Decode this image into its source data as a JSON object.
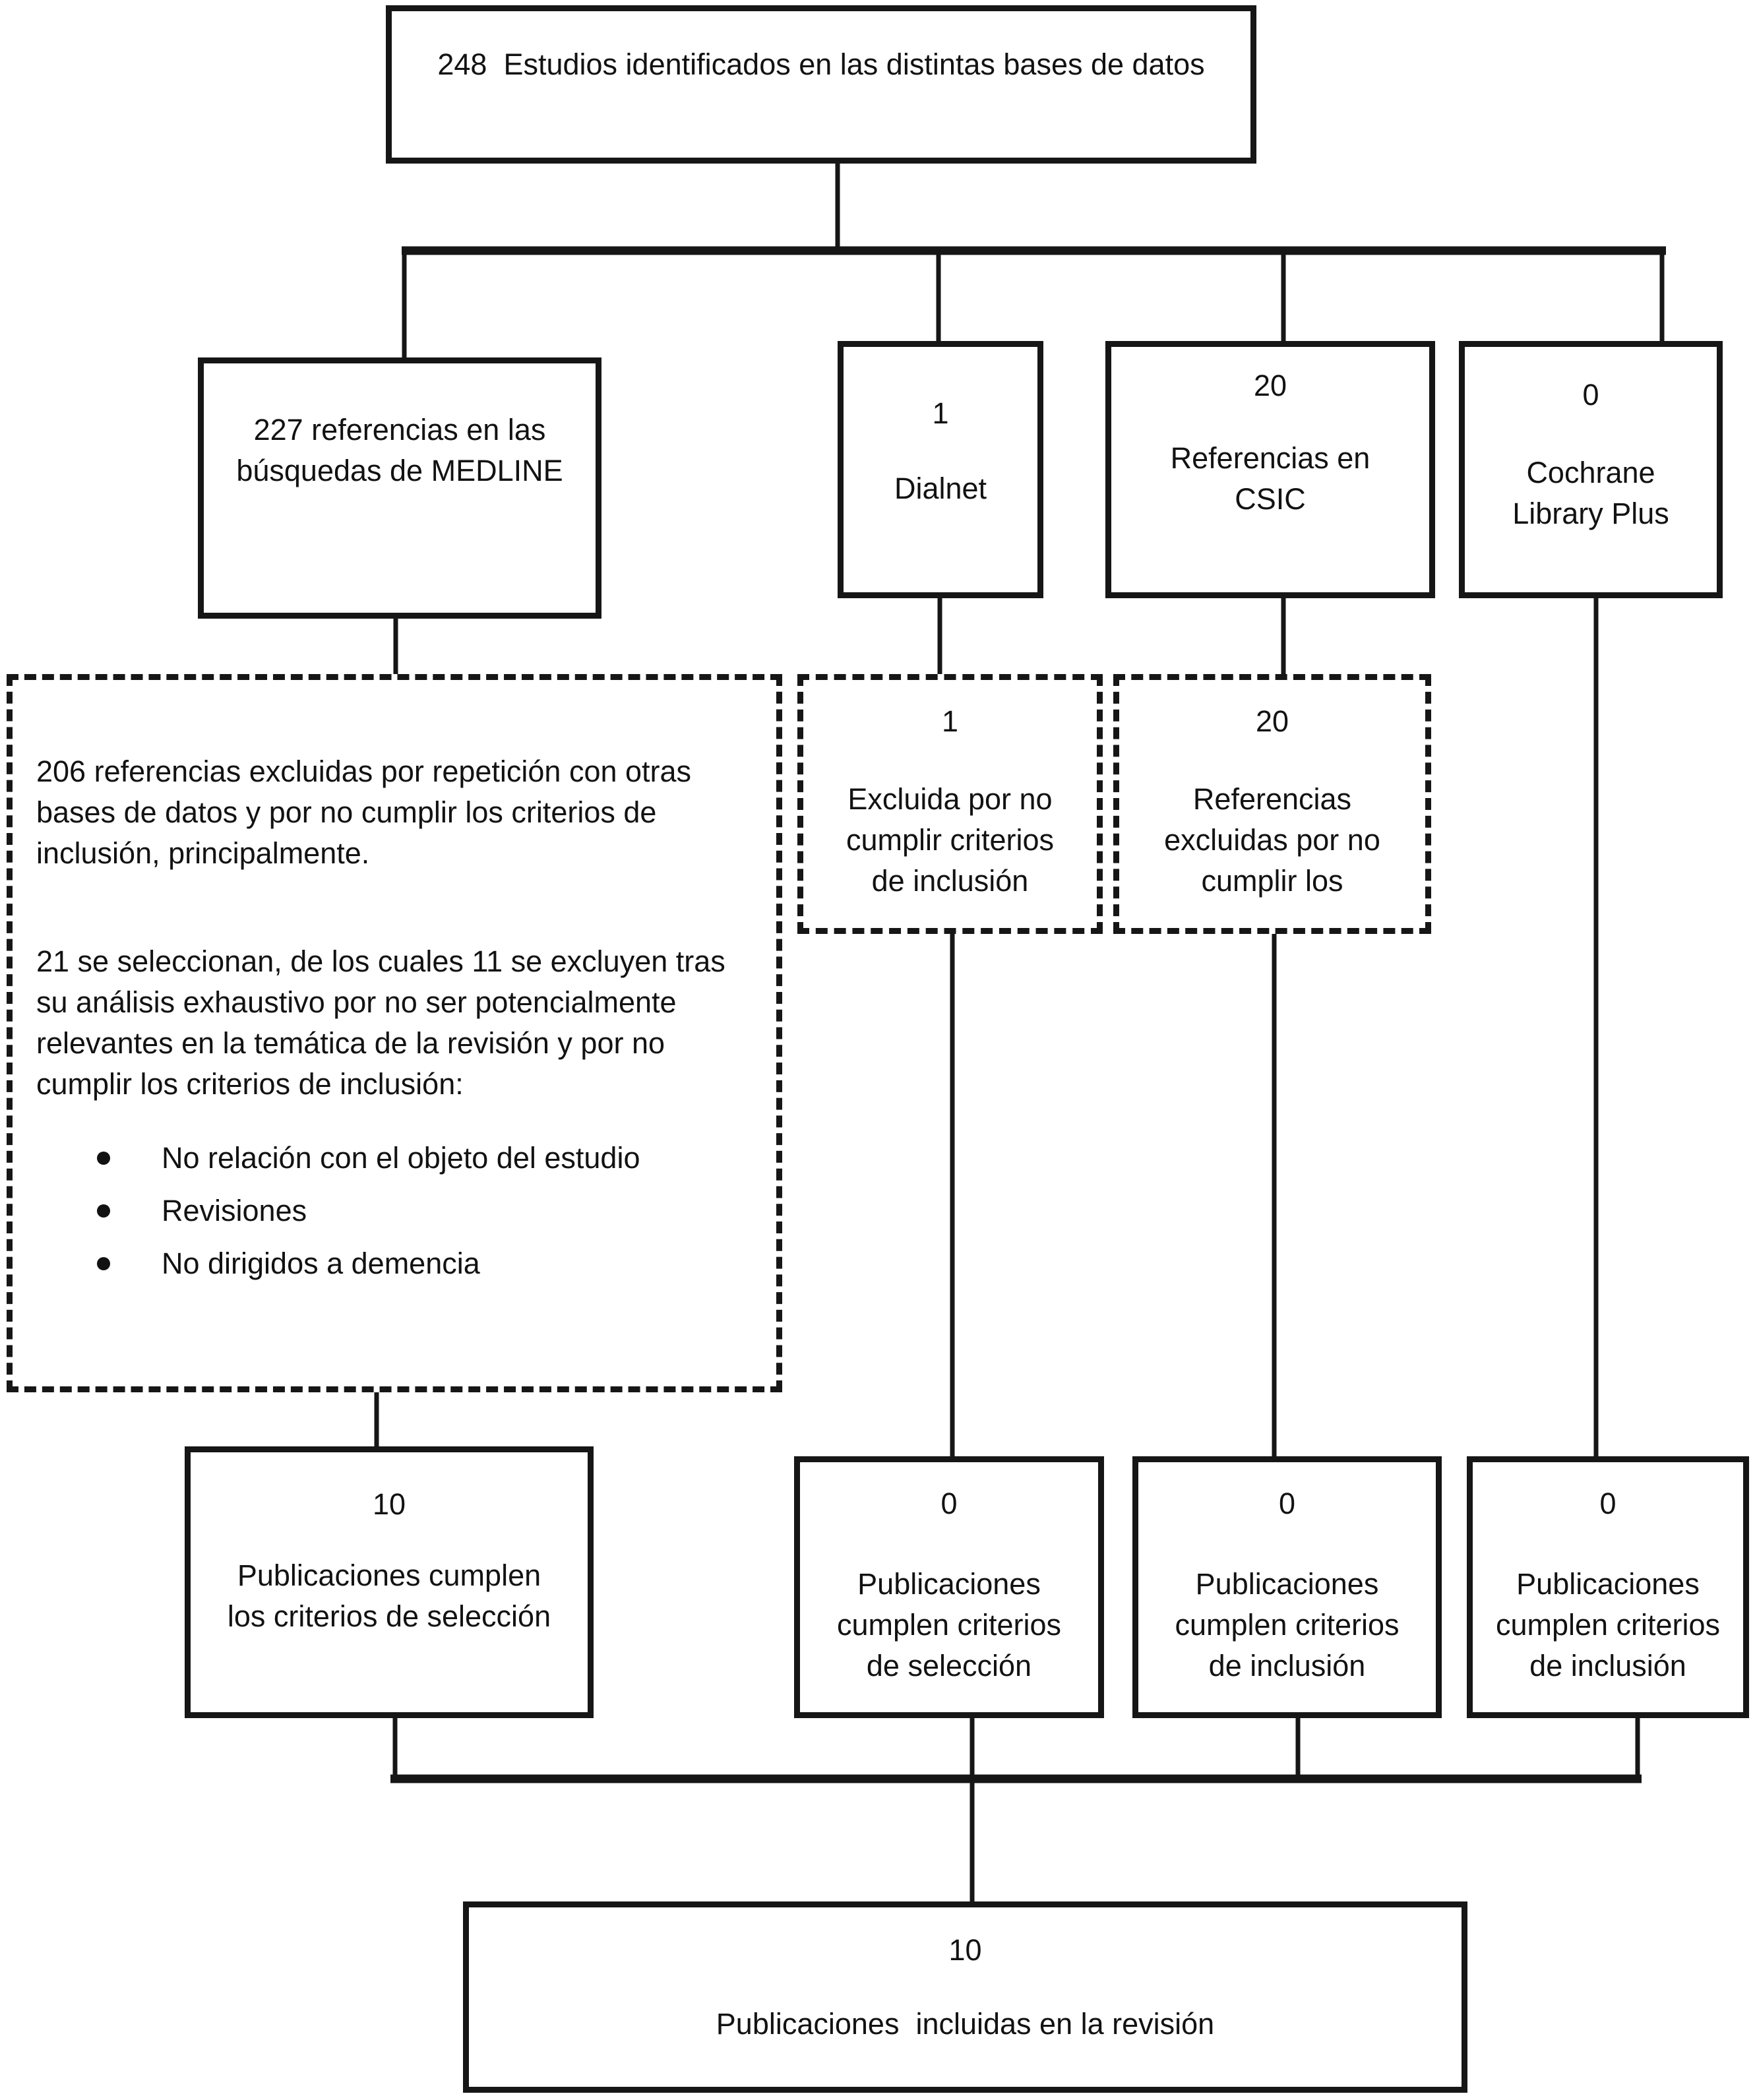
{
  "colors": {
    "line": "#161616",
    "text": "#121212",
    "background": "#ffffff"
  },
  "boxes": {
    "identified": {
      "lines": [
        "248  Estudios identificados en las distintas bases de datos"
      ]
    },
    "medline": {
      "lines": [
        "227 referencias en las",
        "búsquedas de MEDLINE"
      ]
    },
    "dialnet": {
      "count": "1",
      "lines": [
        "Dialnet"
      ]
    },
    "csic": {
      "count": "20",
      "lines": [
        "Referencias en",
        "CSIC"
      ]
    },
    "cochrane": {
      "count": "0",
      "lines": [
        "Cochrane",
        "Library Plus"
      ]
    },
    "medline_exclusion": {
      "paragraph1": [
        "206 referencias excluidas por repetición con otras",
        "bases de datos y por no cumplir los criterios de",
        "inclusión, principalmente."
      ],
      "paragraph2": [
        "21 se seleccionan, de los cuales 11 se excluyen tras",
        "su análisis exhaustivo por no ser potencialmente",
        "relevantes en la temática de la revisión y por no",
        "cumplir los criterios de inclusión:"
      ],
      "bullets": [
        "No relación con el objeto del estudio",
        "Revisiones",
        "No dirigidos a demencia"
      ]
    },
    "dialnet_exclusion": {
      "count": "1",
      "lines": [
        "Excluida por no",
        "cumplir criterios",
        "de inclusión"
      ]
    },
    "csic_exclusion": {
      "count": "20",
      "lines": [
        "Referencias",
        "excluidas por no",
        "cumplir los"
      ]
    },
    "medline_selected": {
      "count": "10",
      "lines": [
        "Publicaciones cumplen",
        "los criterios de selección"
      ]
    },
    "dialnet_selected": {
      "count": "0",
      "lines": [
        "Publicaciones",
        "cumplen criterios",
        "de selección"
      ]
    },
    "csic_selected": {
      "count": "0",
      "lines": [
        "Publicaciones",
        "cumplen criterios",
        "de inclusión"
      ]
    },
    "cochrane_selected": {
      "count": "0",
      "lines": [
        "Publicaciones",
        "cumplen criterios",
        "de inclusión"
      ]
    },
    "included": {
      "count": "10",
      "lines": [
        "Publicaciones  incluidas en la revisión"
      ]
    }
  }
}
